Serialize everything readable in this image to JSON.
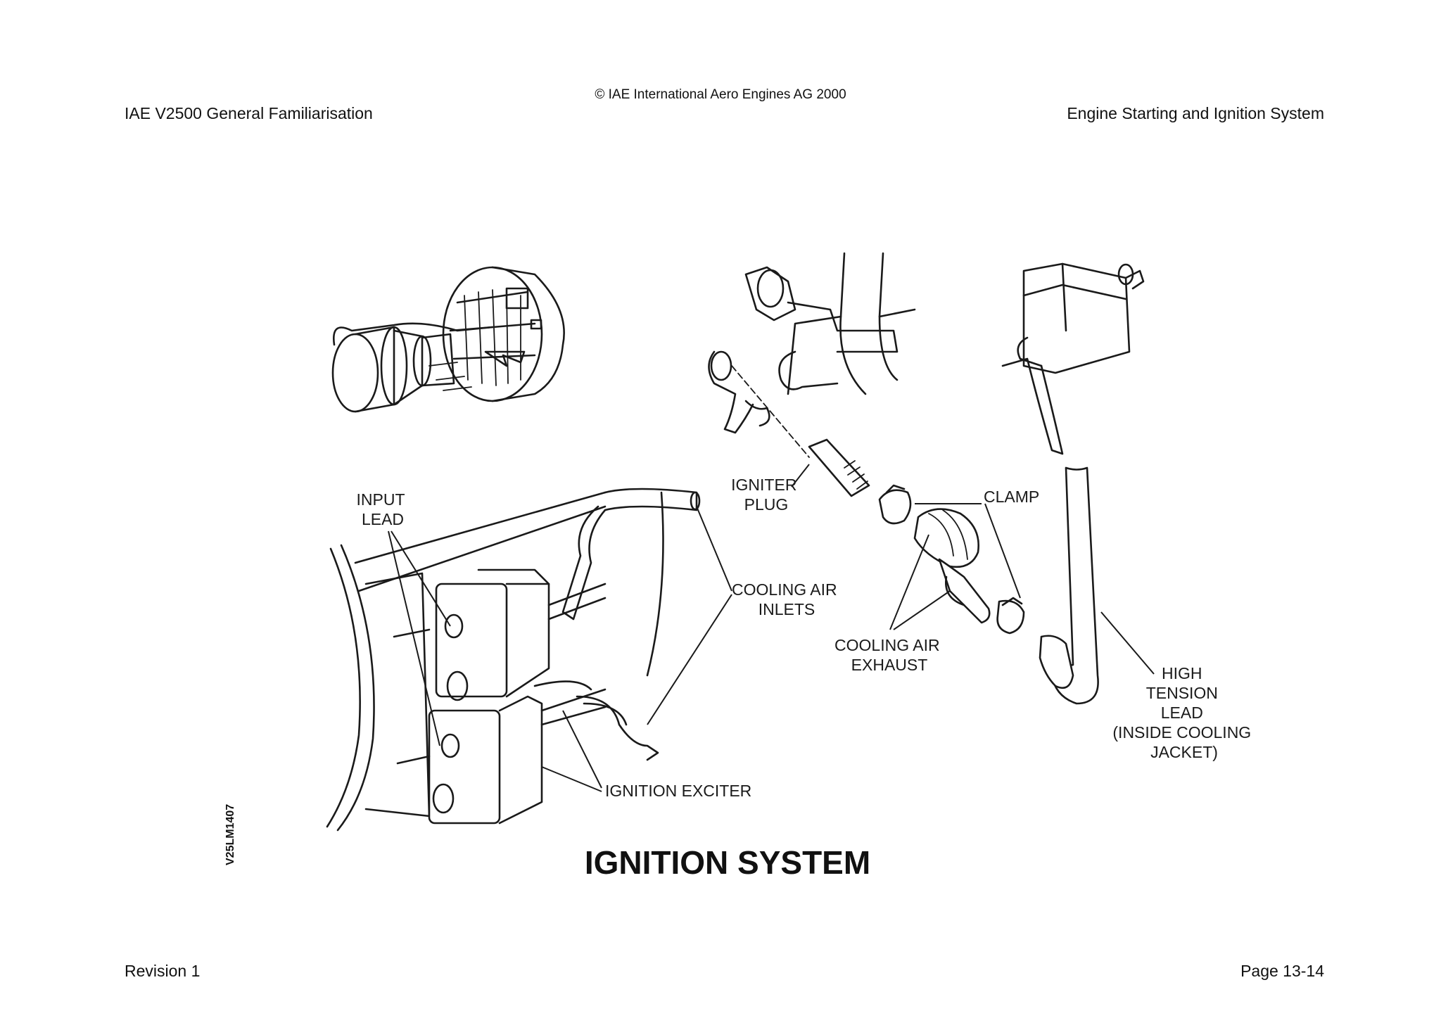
{
  "header": {
    "copyright": "© IAE International Aero Engines AG 2000",
    "document_title": "IAE V2500 General Familiarisation",
    "chapter_title": "Engine Starting and Ignition System"
  },
  "figure": {
    "title": "IGNITION SYSTEM",
    "reference_code": "V25LM1407",
    "labels": {
      "input_lead": [
        "INPUT",
        "LEAD"
      ],
      "igniter_plug": [
        "IGNITER",
        "PLUG"
      ],
      "clamp": "CLAMP",
      "cooling_air_inlets": [
        "COOLING AIR",
        "INLETS"
      ],
      "cooling_air_exhaust": [
        "COOLING AIR",
        "EXHAUST"
      ],
      "high_tension_lead": [
        "HIGH",
        "TENSION",
        "LEAD",
        "(INSIDE COOLING",
        "JACKET)"
      ],
      "ignition_exciter": "IGNITION EXCITER"
    }
  },
  "footer": {
    "revision": "Revision 1",
    "page": "Page 13-14"
  }
}
